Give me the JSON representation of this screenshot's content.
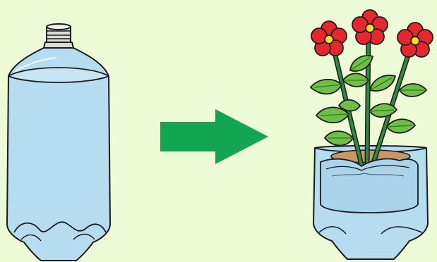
{
  "scene": {
    "items": [
      {
        "name": "plastic-bottle",
        "state": "whole, filled with water"
      },
      {
        "name": "arrow",
        "direction": "right"
      },
      {
        "name": "bottle-planter",
        "state": "cut bottle holding soil and a flowering plant",
        "flower_count": 3
      }
    ]
  },
  "colors": {
    "background": "#ecfbd6",
    "water": "#b6dcef",
    "water_dark": "#9fcde6",
    "outline": "#1b1b1b",
    "arrow": "#12a552",
    "petal": "#e8262e",
    "flower_center": "#f4e31b",
    "leaf": "#6fbe45",
    "leaf_vein": "#2f7a24",
    "stem": "#2f8a3c",
    "soil": "#c89a63",
    "cap": "#d9dad6"
  }
}
